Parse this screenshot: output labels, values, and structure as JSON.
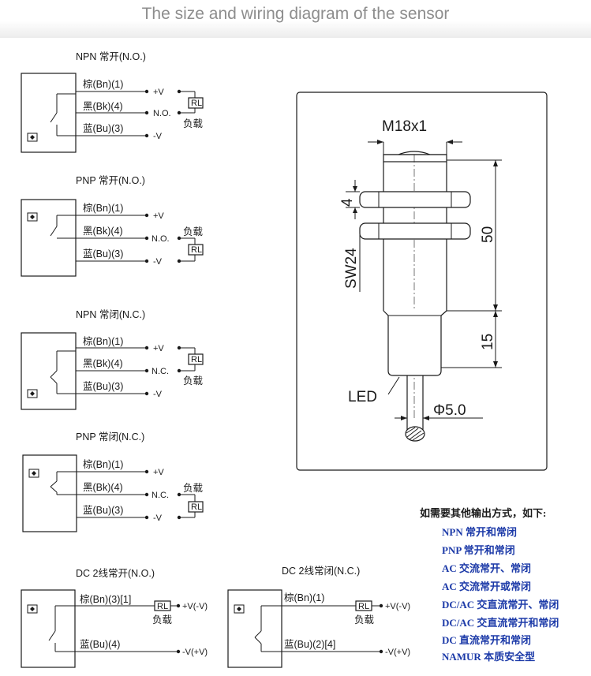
{
  "header": {
    "title": "The size and wiring diagram of the sensor"
  },
  "terms": {
    "bn1": "棕(Bn)(1)",
    "bk4": "黑(Bk)(4)",
    "bu3": "蓝(Bu)(3)",
    "bn_2wire_no": "棕(Bn)(3)[1]",
    "bu_2wire_no": "蓝(Bu)(4)",
    "bn_2wire_nc": "棕(Bn)(1)",
    "bu_2wire_nc": "蓝(Bu)(2)[4]",
    "plus_v": "+V",
    "minus_v": "-V",
    "no": "N.O.",
    "nc": "N.C.",
    "rl": "RL",
    "load": "负载",
    "v_plus_minus": "+V(-V)",
    "v_minus_plus": "-V(+V)"
  },
  "diagrams": {
    "npn_no": "NPN 常开(N.O.)",
    "pnp_no": "PNP 常开(N.O.)",
    "npn_nc": "NPN 常闭(N.C.)",
    "pnp_nc": "PNP 常闭(N.C.)",
    "dc2_no": "DC 2线常开(N.O.)",
    "dc2_nc": "DC 2线常闭(N.C.)"
  },
  "dimensions": {
    "thread": "M18x1",
    "nut": "4",
    "wrench": "SW24",
    "length": "50",
    "cap": "15",
    "led": "LED",
    "cable": "Φ5.0"
  },
  "notes": {
    "heading": "如需要其他输出方式，如下:",
    "items": [
      "NPN 常开和常闭",
      "PNP 常开和常闭",
      "AC 交流常开、常闭",
      "AC 交流常开或常闭",
      "DC/AC 交直流常开、常闭",
      "DC/AC 交直流常开和常闭",
      "DC 直流常开和常闭",
      "NAMUR 本质安全型"
    ]
  },
  "colors": {
    "title": "#8d8d8d",
    "notes": "#1c3aa8",
    "line": "#1a1a1a"
  }
}
